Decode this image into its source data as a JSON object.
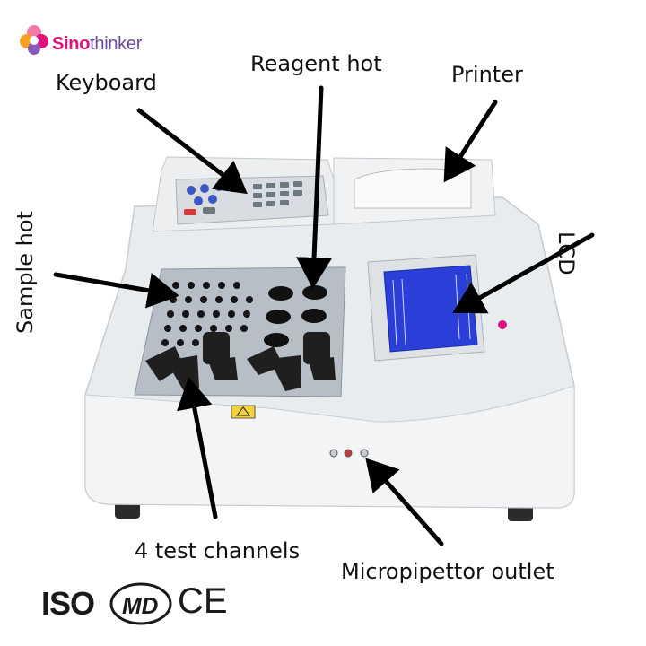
{
  "brand": {
    "name_part1": "Sino",
    "name_part2": "thinker"
  },
  "labels": {
    "keyboard": "Keyboard",
    "reagent": "Reagent hot",
    "printer": "Printer",
    "lcd": "LCD",
    "sample": "Sample hot",
    "channels": "4 test channels",
    "micropipettor": "Micropipettor outlet"
  },
  "certifications": {
    "iso": "ISO",
    "md": "MD",
    "ce": "CE"
  },
  "colors": {
    "brand_pink": "#e0117a",
    "brand_purple": "#6a4aa0",
    "lcd_blue": "#2a3fd8",
    "device_body": "#eef0f1",
    "arrow": "#000000"
  }
}
